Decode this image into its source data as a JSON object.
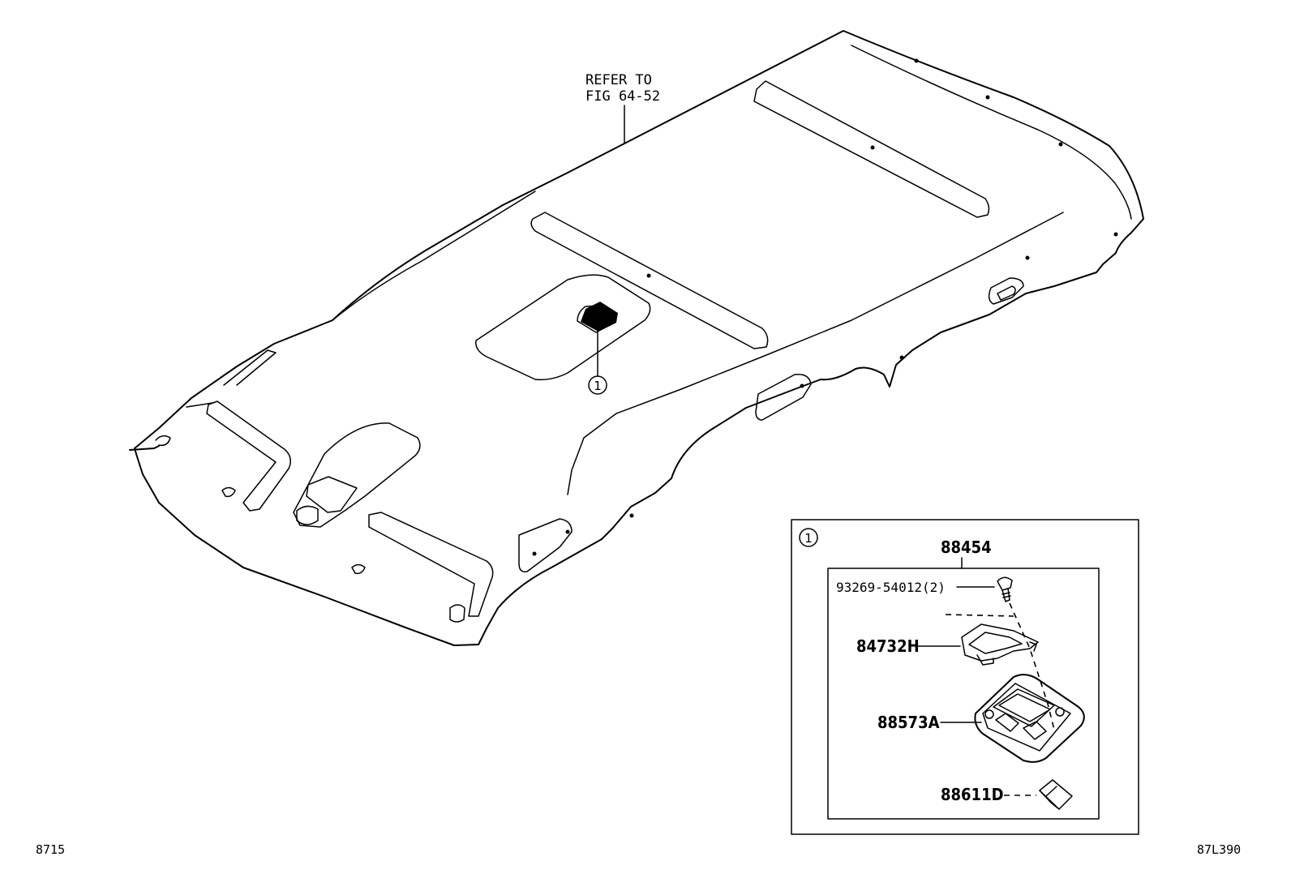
{
  "reference_note": {
    "line1": "REFER TO",
    "line2": "FIG 64-52"
  },
  "callout_marker": "1",
  "detail_box": {
    "marker": "1",
    "assembly_part": "88454",
    "parts": {
      "screw": "93269-54012(2)",
      "bracket": "84732H",
      "lamp_housing": "88573A",
      "cover": "88611D"
    }
  },
  "corner_left": "8715",
  "corner_right": "87L390",
  "icons": [
    "headliner-drawing",
    "overhead-console-drawing",
    "screw-drawing",
    "bracket-drawing",
    "cover-drawing"
  ]
}
